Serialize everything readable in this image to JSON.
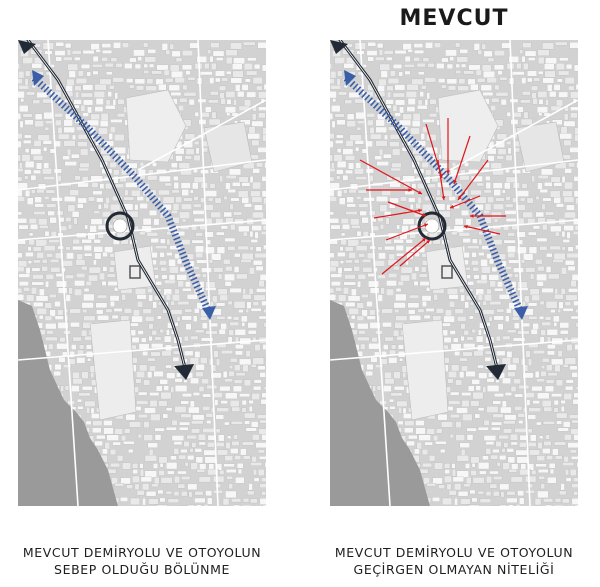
{
  "title": "MEVCUT",
  "panels": [
    {
      "caption_line1": "MEVCUT DEMİRYOLU VE OTOYOLUN",
      "caption_line2": "SEBEP OLDUĞU BÖLÜNME"
    },
    {
      "caption_line1": "MEVCUT DEMİRYOLU VE OTOYOLUN",
      "caption_line2": "GEÇİRGEN OLMAYAN NİTELİĞİ"
    }
  ],
  "colors": {
    "highway": "#222a36",
    "railway": "#3b5ea8",
    "arrows": "#e0161b",
    "sea": "#9a9a9a",
    "buildings": "#f6f6f6"
  },
  "icons": [
    "roundabout-icon",
    "arrowhead-icon"
  ]
}
